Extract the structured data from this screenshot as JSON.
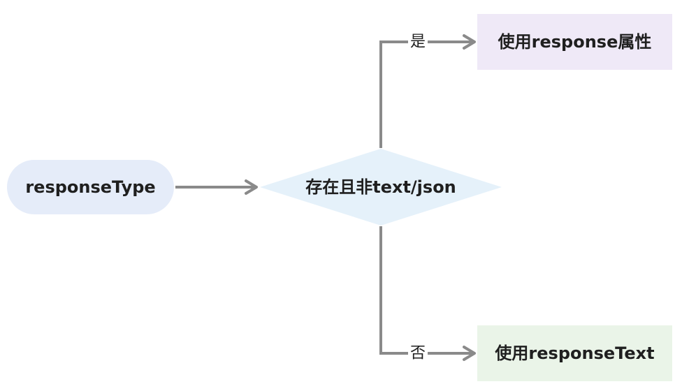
{
  "nodes": {
    "start": {
      "label": "responseType",
      "fill": "#e5ecf9"
    },
    "decision": {
      "label": "存在且非text/json",
      "fill": "#e5f1fa"
    },
    "yes_result": {
      "label": "使用response属性",
      "fill": "#efe9f7"
    },
    "no_result": {
      "label": "使用responseText",
      "fill": "#eaf4e8"
    }
  },
  "edges": {
    "yes_label": "是",
    "no_label": "否",
    "color": "#8a8a8a"
  }
}
